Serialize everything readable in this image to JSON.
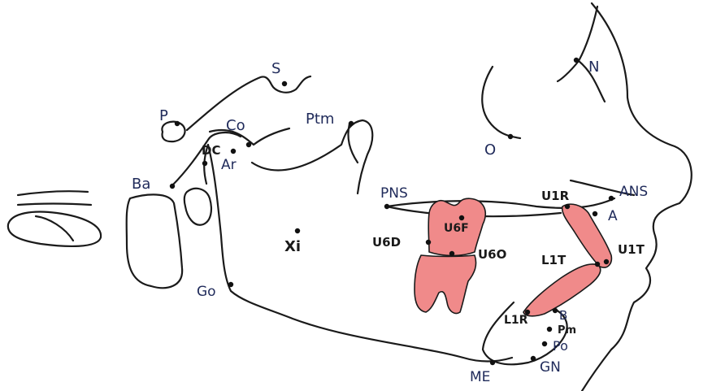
{
  "landmarks": {
    "S": "S",
    "N": "N",
    "P": "P",
    "Co": "Co",
    "Ptm": "Ptm",
    "DC": "DC",
    "Ar": "Ar",
    "Ba": "Ba",
    "O": "O",
    "PNS": "PNS",
    "U1R": "U1R",
    "ANS": "ANS",
    "A": "A",
    "U6F": "U6F",
    "U6D": "U6D",
    "U6O": "U6O",
    "Xi": "Xi",
    "L1T": "L1T",
    "U1T": "U1T",
    "Go": "Go",
    "L1R": "L1R",
    "B": "B",
    "Pm": "Pm",
    "Po": "Po",
    "ME": "ME",
    "GN": "GN"
  },
  "colors": {
    "tooth": "#f08a8a",
    "ink": "#1a1a1a",
    "label": "#1f2a5a"
  }
}
